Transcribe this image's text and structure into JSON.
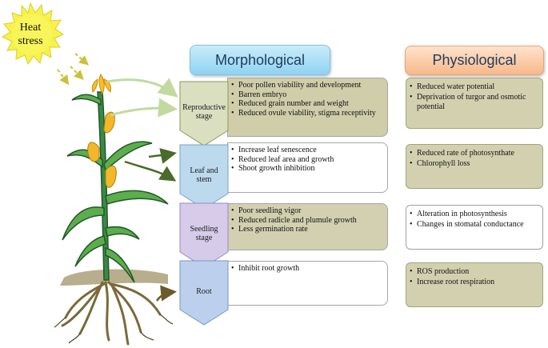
{
  "heat_label": "Heat\nstress",
  "headers": {
    "morphological": "Morphological",
    "physiological": "Physiological"
  },
  "stages": [
    {
      "name": "Reproductive\nstage",
      "morphological": [
        "Poor pollen viability and development",
        "Barren embryo",
        "Reduced grain number and weight",
        "Reduced ovule viability, stigma receptivity"
      ],
      "physiological": [
        "Reduced water potential",
        "Deprivation of turgor and osmotic potential"
      ]
    },
    {
      "name": "Leaf and\nstem",
      "morphological": [
        "Increase leaf senescence",
        "Reduced leaf area and growth",
        "Shoot growth inhibition"
      ],
      "physiological": [
        "Reduced rate of photosynthate",
        "Chlorophyll loss"
      ]
    },
    {
      "name": "Seedling\nstage",
      "morphological": [
        "Poor seedling vigor",
        "Reduced radicle and plumule growth",
        "Less germination rate"
      ],
      "physiological": [
        "Alteration in photosynthesis",
        "Changes in stomatal conductance"
      ]
    },
    {
      "name": "Root",
      "morphological": [
        "Inhibit root growth"
      ],
      "physiological": [
        "ROS production",
        "Increase root respiration"
      ]
    }
  ],
  "colors": {
    "stage_fills": [
      "#d9dfbf",
      "#bcd9ee",
      "#d6ccea",
      "#bcd0ee"
    ],
    "morph_fills": [
      "#cfcdaa",
      "#ffffff",
      "#d2d0b0",
      "#ffffff"
    ],
    "phys_fill": "#d3d0b0"
  }
}
